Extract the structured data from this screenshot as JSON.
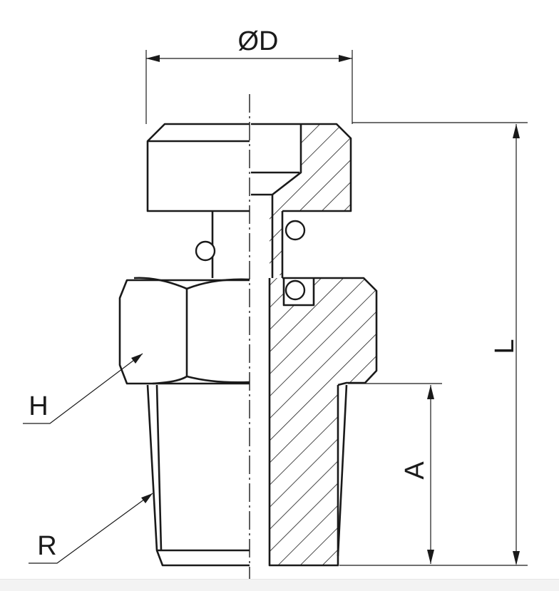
{
  "labels": {
    "diameter": "ØD",
    "length": "L",
    "thread_length": "A",
    "hex": "H",
    "thread": "R"
  },
  "colors": {
    "line": "#1a1a1a",
    "background": "#ffffff"
  }
}
